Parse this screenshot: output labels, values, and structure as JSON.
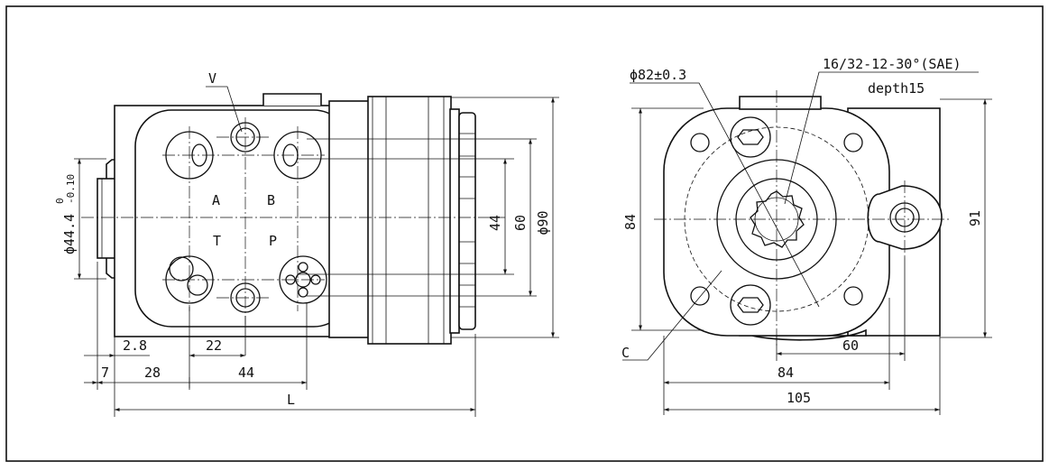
{
  "front_view": {
    "port_v": "V",
    "port_a": "A",
    "port_b": "B",
    "port_t": "T",
    "port_p": "P",
    "dim_pilot_main": "ϕ44.4",
    "dim_pilot_upper_tol": "0",
    "dim_pilot_lower_tol": "-0.10",
    "dim_44_vertical": "44",
    "dim_60_vertical": "60",
    "dim_phi90": "ϕ90",
    "dim_2_8": "2.8",
    "dim_22": "22",
    "dim_7": "7",
    "dim_28": "28",
    "dim_44_horizontal": "44",
    "dim_l": "L"
  },
  "side_view": {
    "dim_phi82": "ϕ82±0.3",
    "spline_spec": "16/32-12-30°(SAE)",
    "spline_depth": "depth15",
    "dim_84_vertical": "84",
    "dim_91": "91",
    "label_c": "C",
    "dim_60_horizontal": "60",
    "dim_84_horizontal": "84",
    "dim_105": "105"
  }
}
